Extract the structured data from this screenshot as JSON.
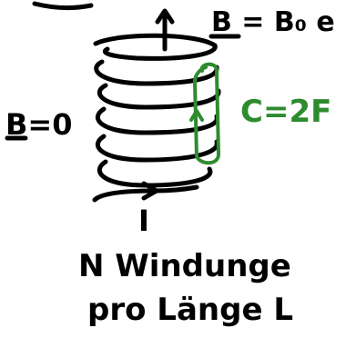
{
  "labels": {
    "b_field_top": "B = B₀ e",
    "b_field_left": "B=0",
    "contour": "C=2F",
    "current": "I",
    "windings_line1": "N Windunge",
    "windings_line2": "pro Länge L"
  },
  "colors": {
    "ink": "#000000",
    "contour": "#2e8b2e"
  }
}
